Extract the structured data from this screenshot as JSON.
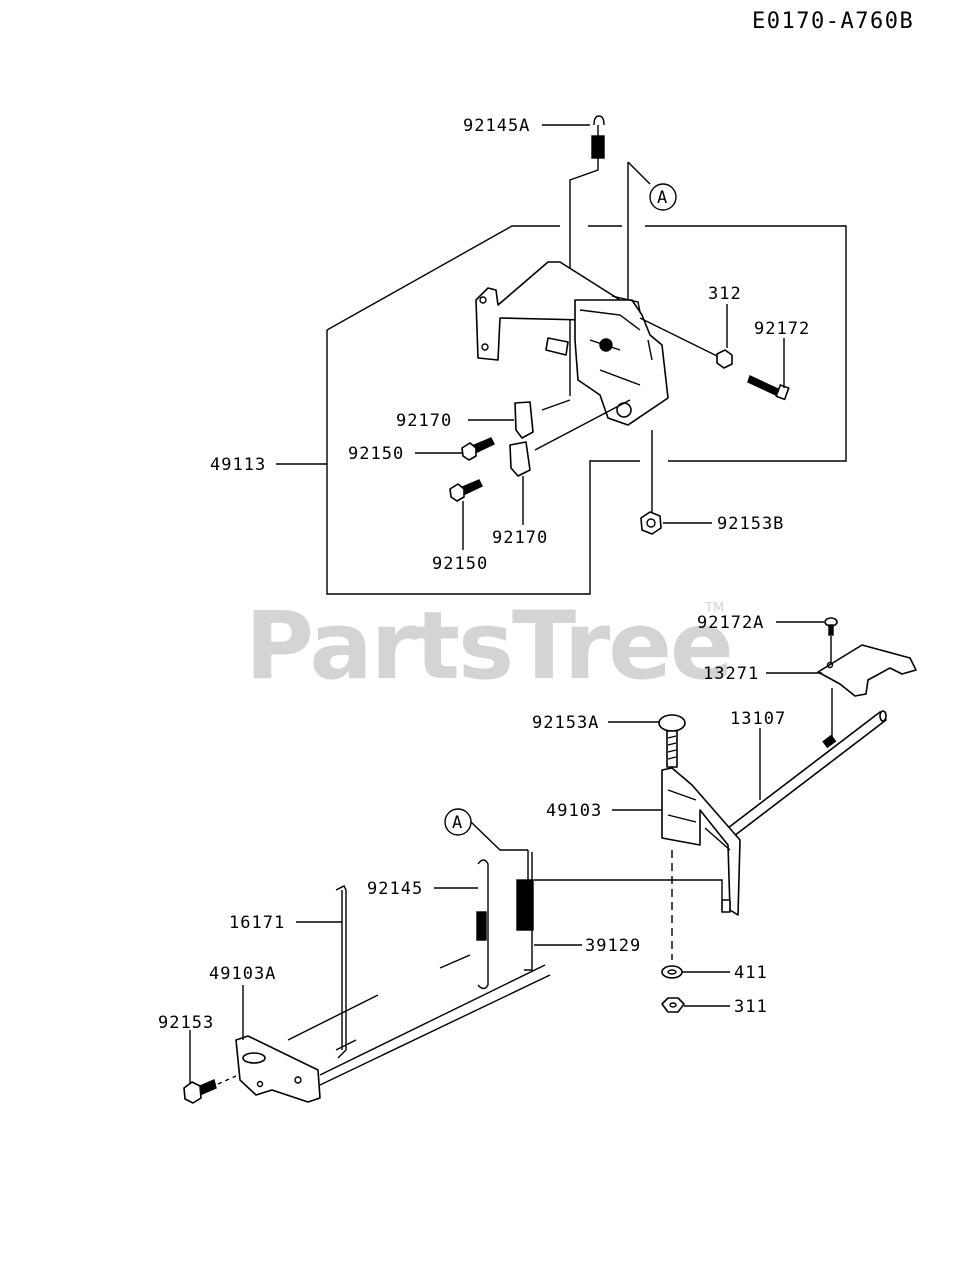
{
  "diagram_code": "E0170-A760B",
  "watermark": {
    "brand": "PartsTree",
    "trademark": "TM"
  },
  "callouts": {
    "a_top": "A",
    "a_bottom": "A"
  },
  "part_labels": {
    "p92145A": "92145A",
    "p312": "312",
    "p92172": "92172",
    "p92170_top": "92170",
    "p49113": "49113",
    "p92150_mid": "92150",
    "p92150_low": "92150",
    "p92170_low": "92170",
    "p92153B": "92153B",
    "p92172A": "92172A",
    "p13271": "13271",
    "p92153A": "92153A",
    "p13107": "13107",
    "p49103": "49103",
    "p92145": "92145",
    "p16171": "16171",
    "p39129": "39129",
    "p49103A": "49103A",
    "p411": "411",
    "p311": "311",
    "p92153": "92153"
  }
}
